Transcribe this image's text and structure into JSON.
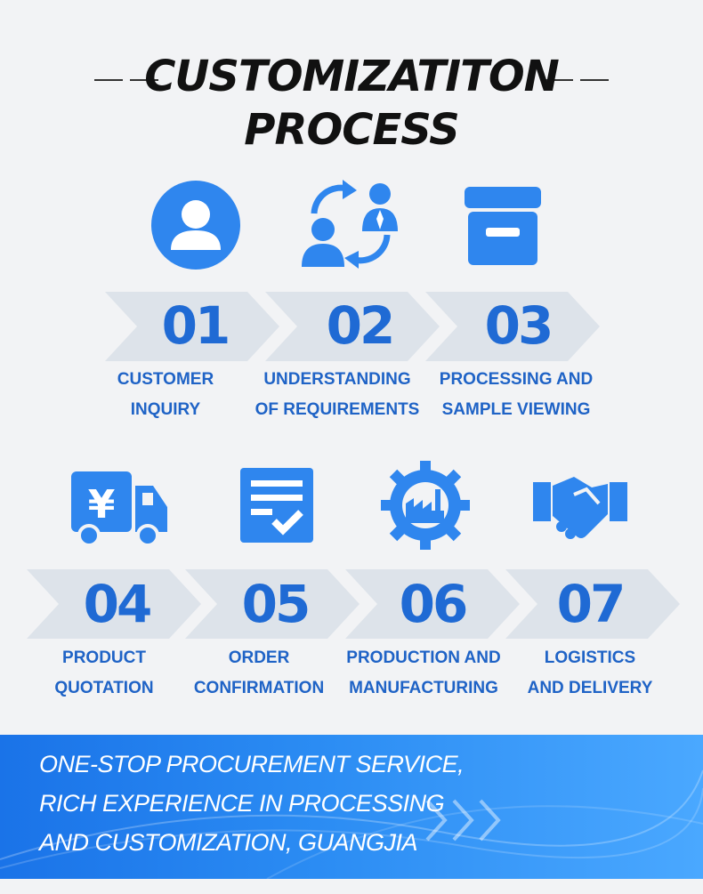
{
  "title": {
    "line1": "CUSTOMIZATITON",
    "line2": "PROCESS"
  },
  "colors": {
    "accent": "#1f6ad4",
    "icon": "#2f86ee",
    "chevron": "#dde3ea",
    "banner_start": "#1a73e8",
    "banner_end": "#4aa8ff"
  },
  "steps": [
    {
      "number": "01",
      "label_line1": "CUSTOMER",
      "label_line2": "INQUIRY",
      "icon": "user-icon"
    },
    {
      "number": "02",
      "label_line1": "UNDERSTANDING",
      "label_line2": "OF REQUIREMENTS",
      "icon": "people-exchange-icon"
    },
    {
      "number": "03",
      "label_line1": "PROCESSING AND",
      "label_line2": "SAMPLE VIEWING",
      "icon": "archive-box-icon"
    },
    {
      "number": "04",
      "label_line1": "PRODUCT",
      "label_line2": "QUOTATION",
      "icon": "yuan-truck-icon"
    },
    {
      "number": "05",
      "label_line1": "ORDER",
      "label_line2": "CONFIRMATION",
      "icon": "checklist-document-icon"
    },
    {
      "number": "06",
      "label_line1": "PRODUCTION AND",
      "label_line2": "MANUFACTURING",
      "icon": "factory-gear-icon"
    },
    {
      "number": "07",
      "label_line1": "LOGISTICS",
      "label_line2": "AND DELIVERY",
      "icon": "handshake-icon"
    }
  ],
  "banner": {
    "line1": "ONE-STOP PROCUREMENT SERVICE,",
    "line2": "RICH EXPERIENCE IN PROCESSING",
    "line3": "AND CUSTOMIZATION, GUANGJIA"
  }
}
